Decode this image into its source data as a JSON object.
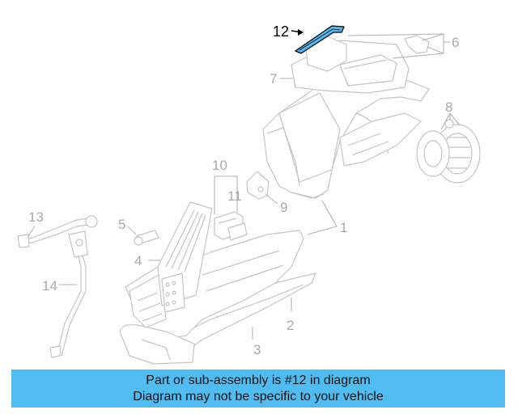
{
  "diagram": {
    "callouts": {
      "c1": "1",
      "c2": "2",
      "c3": "3",
      "c4": "4",
      "c5": "5",
      "c6": "6",
      "c7": "7",
      "c8": "8",
      "c9": "9",
      "c10": "10",
      "c11": "11",
      "c12": "12",
      "c13": "13",
      "c14": "14"
    },
    "highlighted_part": "12",
    "colors": {
      "highlight": "#4fbdf2",
      "part_stroke": "#c4c4c4",
      "banner": "#4fbdf2"
    }
  },
  "banner": {
    "line1": "Part or sub-assembly is #12 in diagram",
    "line2": "Diagram may not be specific to your vehicle"
  }
}
